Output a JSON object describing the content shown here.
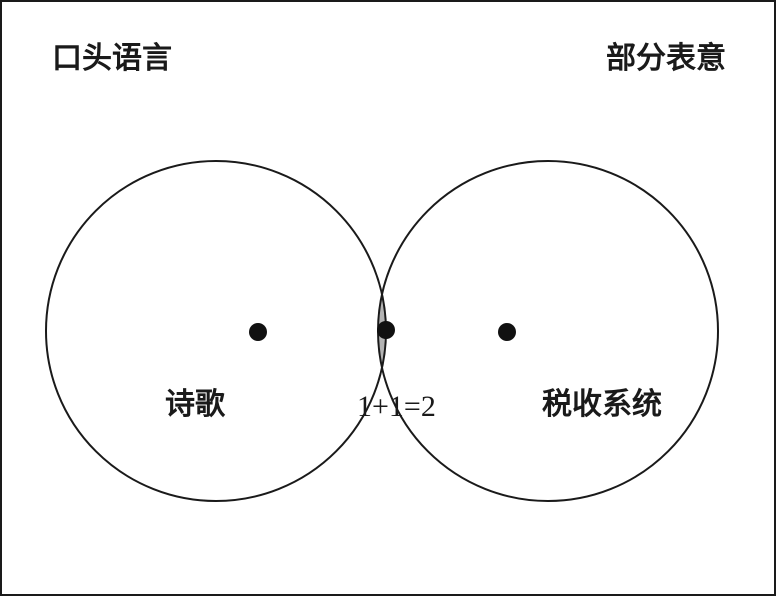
{
  "labels": {
    "top_left": "口头语言",
    "top_right": "部分表意",
    "left_region": "诗歌",
    "intersection": "1+1=2",
    "right_region": "税收系统"
  },
  "colors": {
    "stroke": "#1a1a1a",
    "intersection_fill": "#b3b3b3",
    "background": "#ffffff"
  }
}
